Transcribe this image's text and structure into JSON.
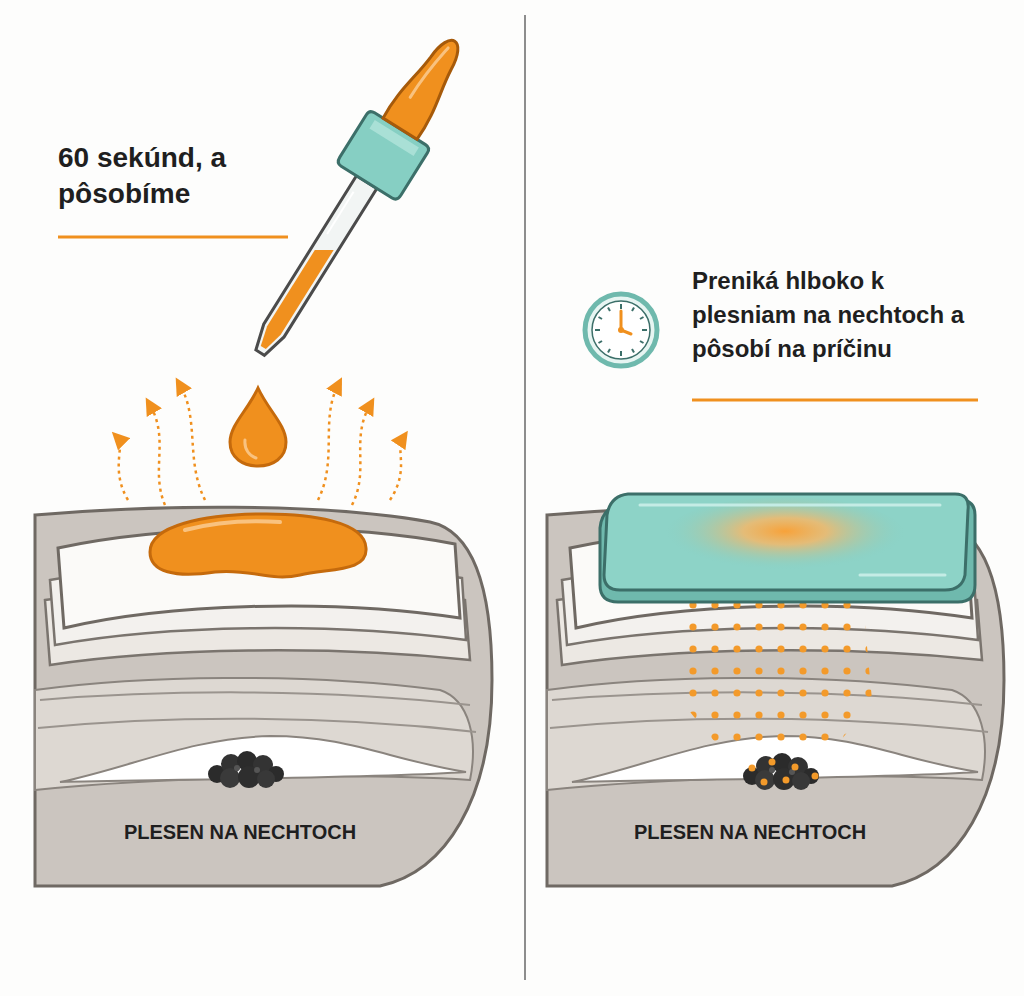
{
  "diagram": {
    "labels": [
      "60 sekúnd, a pôsobíme",
      "Preniká hlboko k plesniam na nechtoch a pôsobí na príčinu",
      "PLESEN NA NECHTOCH",
      "PLESEN NA NECHTOCH"
    ]
  }
}
